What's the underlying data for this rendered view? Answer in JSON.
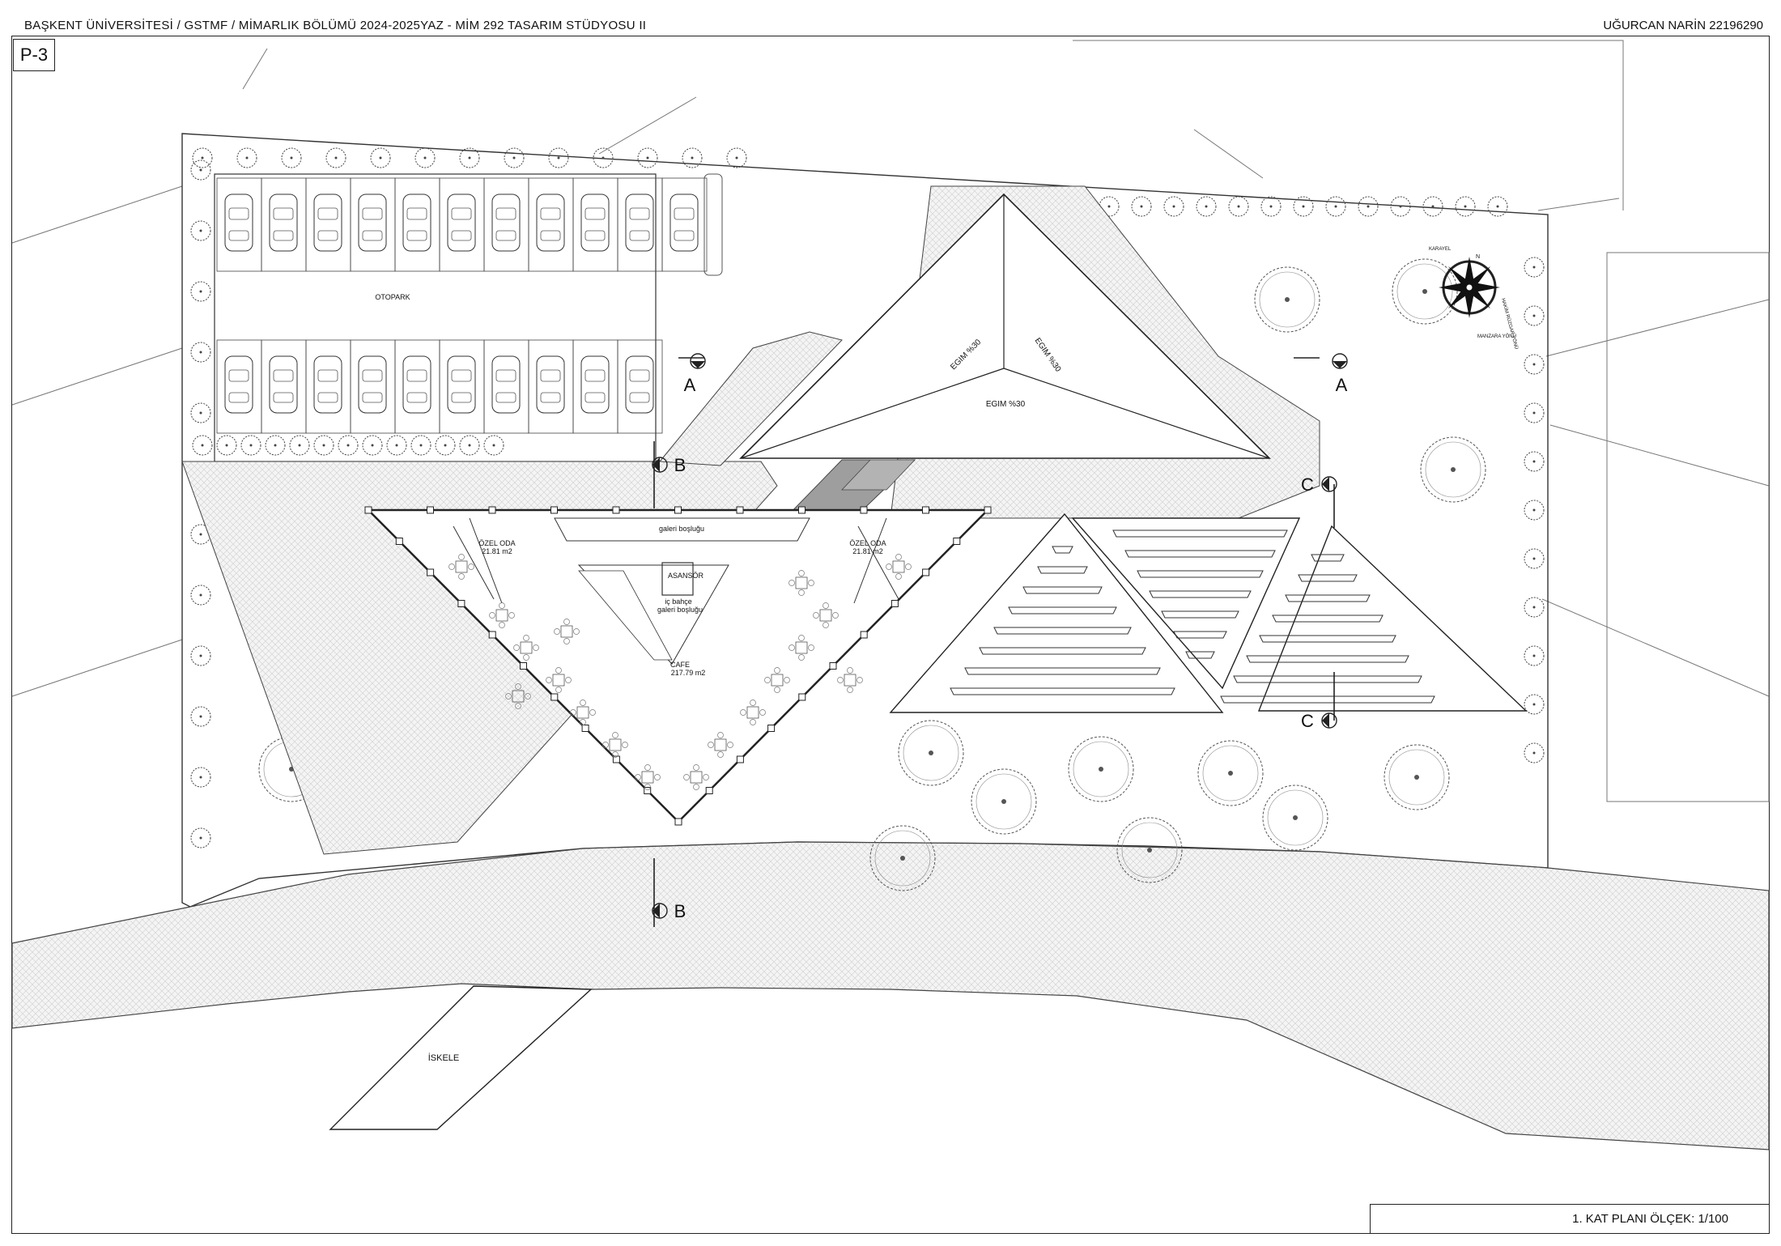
{
  "header": {
    "left": "BAŞKENT ÜNİVERSİTESİ / GSTMF  / MİMARLIK BÖLÜMÜ  2024-2025YAZ - MİM 292 TASARIM STÜDYOSU II",
    "right": "UĞURCAN NARİN 22196290"
  },
  "sheet_code": "P-3",
  "plan_title": "1. KAT PLANI ÖLÇEK: 1/100",
  "labels": {
    "parking": "OTOPARK",
    "slope_1": "EGIM %30",
    "slope_2": "EGIM %30",
    "slope_3": "EGIM %30",
    "gallery_void": "galeri boşluğu",
    "private_room_left": "ÖZEL ODA",
    "private_room_left_area": "21.81 m2",
    "private_room_right": "ÖZEL ODA",
    "private_room_right_area": "21.81 m2",
    "elevator": "ASANSÖR",
    "inner_garden_1": "iç bahçe",
    "inner_garden_2": "galeri boşluğu",
    "cafe": "CAFE",
    "cafe_area": "217.79 m2",
    "pier": "İSKELE"
  },
  "section_marks": {
    "a_left": "A",
    "a_right": "A",
    "b_top": "B",
    "b_bottom": "B",
    "c_top": "C",
    "c_bottom": "C"
  },
  "compass": {
    "north": "N",
    "labels": [
      "KARAYEL",
      "HAKİM RÜZGAR YÖNÜ",
      "MANZARA YÖNÜ"
    ]
  },
  "colors": {
    "line": "#222222",
    "hatch": "#bdbdbd",
    "glass": "#9e9e9e"
  }
}
